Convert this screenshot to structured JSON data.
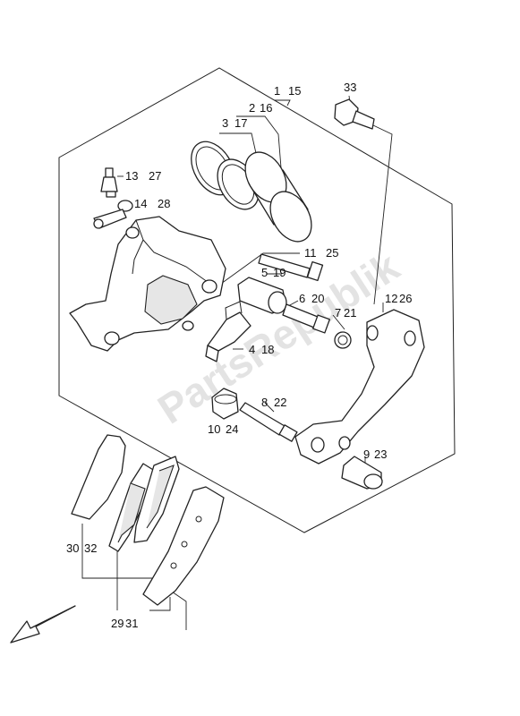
{
  "watermark": "PartsRepublik",
  "callouts": {
    "c1": "1",
    "c15": "15",
    "c2": "2",
    "c16": "16",
    "c3": "3",
    "c17": "17",
    "c33": "33",
    "c13": "13",
    "c27": "27",
    "c14": "14",
    "c28": "28",
    "c11": "11",
    "c25": "25",
    "c5": "5",
    "c19": "19",
    "c6": "6",
    "c20": "20",
    "c7": "7",
    "c21": "21",
    "c12": "12",
    "c26": "26",
    "c4": "4",
    "c18": "18",
    "c8": "8",
    "c22": "22",
    "c10": "10",
    "c24": "24",
    "c9": "9",
    "c23": "23",
    "c30": "30",
    "c32": "32",
    "c29": "29",
    "c31": "31"
  }
}
